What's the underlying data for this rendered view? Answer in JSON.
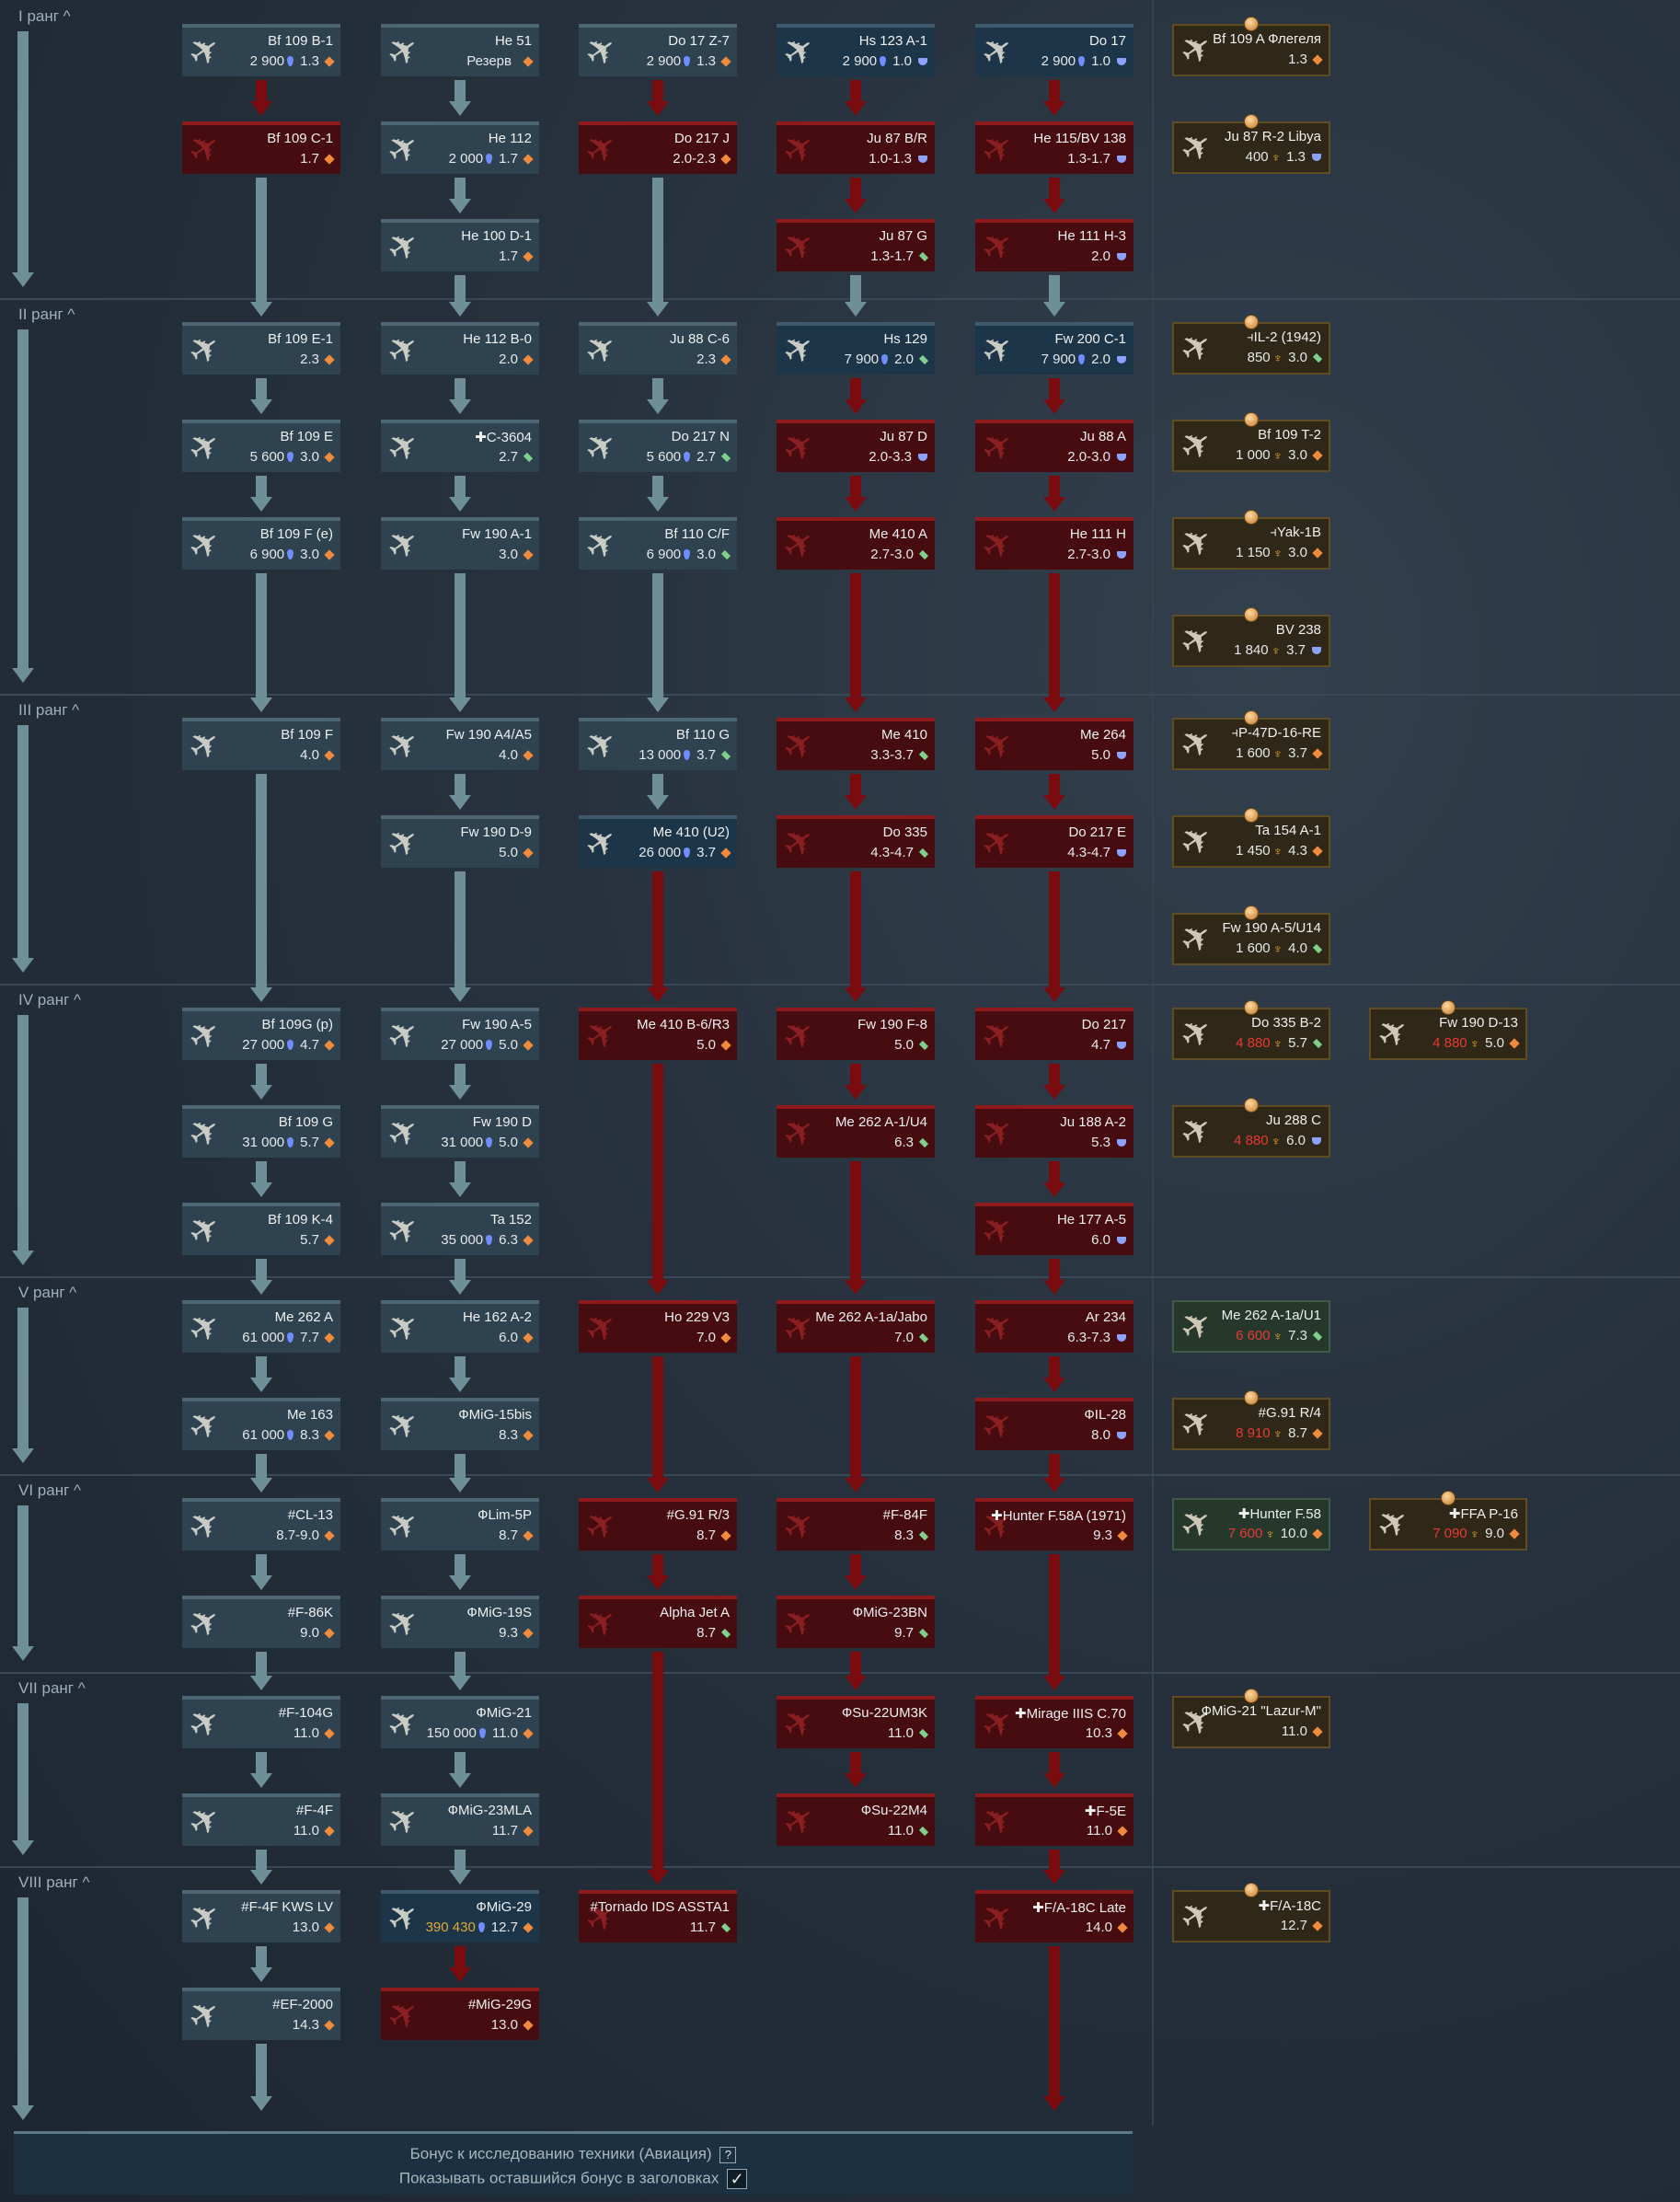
{
  "ranks": [
    {
      "label": "I ранг ^",
      "columns": [
        [
          {
            "name": "Bf 109 B-1",
            "cost": "2 900",
            "cur": "rp",
            "br": "1.3",
            "role": "fighter",
            "state": "owned"
          },
          {
            "name": "Bf 109 C-1",
            "br": "1.7",
            "role": "fighter",
            "state": "locked"
          }
        ],
        [
          {
            "name": "He 51",
            "cost": "Резерв",
            "br": "",
            "role": "fighter",
            "state": "owned"
          },
          {
            "name": "He 112",
            "cost": "2 000",
            "cur": "rp",
            "br": "1.7",
            "role": "fighter",
            "state": "owned"
          },
          {
            "name": "He 100 D-1",
            "br": "1.7",
            "role": "fighter",
            "state": "owned"
          }
        ],
        [
          {
            "name": "Do 17 Z-7",
            "cost": "2 900",
            "cur": "rp",
            "br": "1.3",
            "role": "fighter",
            "state": "owned"
          },
          {
            "name": "Do 217 J",
            "br": "2.0-2.3",
            "role": "fighter",
            "state": "locked"
          }
        ],
        [
          {
            "name": "Hs 123 A-1",
            "cost": "2 900",
            "cur": "rp",
            "br": "1.0",
            "role": "bomber",
            "state": "research"
          },
          {
            "name": "Ju 87 B/R",
            "br": "1.0-1.3",
            "role": "bomber",
            "state": "locked"
          },
          {
            "name": "Ju 87 G",
            "br": "1.3-1.7",
            "role": "attacker",
            "state": "locked"
          }
        ],
        [
          {
            "name": "Do 17",
            "cost": "2 900",
            "cur": "rp",
            "br": "1.0",
            "role": "bomber",
            "state": "research"
          },
          {
            "name": "He 115/BV 138",
            "br": "1.3-1.7",
            "role": "bomber",
            "state": "locked"
          },
          {
            "name": "He 111 H-3",
            "br": "2.0",
            "role": "bomber",
            "state": "locked"
          }
        ],
        [
          {
            "name": "Bf 109 A Флегеля",
            "br": "1.3",
            "role": "fighter",
            "state": "premium"
          },
          {
            "name": "Ju 87 R-2 Libya",
            "cost": "400",
            "cur": "ge",
            "br": "1.3",
            "role": "bomber",
            "state": "premium"
          }
        ],
        []
      ]
    },
    {
      "label": "II ранг ^",
      "columns": [
        [
          {
            "name": "Bf 109 E-1",
            "br": "2.3",
            "role": "fighter",
            "state": "owned"
          },
          {
            "name": "Bf 109 E",
            "cost": "5 600",
            "cur": "rp",
            "br": "3.0",
            "role": "fighter",
            "state": "owned"
          },
          {
            "name": "Bf 109 F (e)",
            "cost": "6 900",
            "cur": "rp",
            "br": "3.0",
            "role": "fighter",
            "state": "owned"
          }
        ],
        [
          {
            "name": "He 112 B-0",
            "br": "2.0",
            "role": "fighter",
            "state": "owned"
          },
          {
            "name": "✚С-3604",
            "br": "2.7",
            "role": "attacker",
            "state": "owned"
          },
          {
            "name": "Fw 190 A-1",
            "br": "3.0",
            "role": "fighter",
            "state": "owned"
          }
        ],
        [
          {
            "name": "Ju 88 C-6",
            "br": "2.3",
            "role": "fighter",
            "state": "owned"
          },
          {
            "name": "Do 217 N",
            "cost": "5 600",
            "cur": "rp",
            "br": "2.7",
            "role": "attacker",
            "state": "owned"
          },
          {
            "name": "Bf 110 C/F",
            "cost": "6 900",
            "cur": "rp",
            "br": "3.0",
            "role": "attacker",
            "state": "owned"
          }
        ],
        [
          {
            "name": "Hs 129",
            "cost": "7 900",
            "cur": "rp",
            "br": "2.0",
            "role": "attacker",
            "state": "research"
          },
          {
            "name": "Ju 87 D",
            "br": "2.0-3.3",
            "role": "bomber",
            "state": "locked"
          },
          {
            "name": "Me 410 A",
            "br": "2.7-3.0",
            "role": "attacker",
            "state": "locked"
          }
        ],
        [
          {
            "name": "Fw 200 C-1",
            "cost": "7 900",
            "cur": "rp",
            "br": "2.0",
            "role": "bomber",
            "state": "research"
          },
          {
            "name": "Ju 88 A",
            "br": "2.0-3.0",
            "role": "bomber",
            "state": "locked"
          },
          {
            "name": "He 111 H",
            "br": "2.7-3.0",
            "role": "bomber",
            "state": "locked"
          }
        ],
        [
          {
            "name": "⫞IL-2 (1942)",
            "cost": "850",
            "cur": "ge",
            "br": "3.0",
            "role": "attacker",
            "state": "premium"
          },
          {
            "name": "Bf 109 T-2",
            "cost": "1 000",
            "cur": "ge",
            "br": "3.0",
            "role": "fighter",
            "state": "premium"
          },
          {
            "name": "⫞Yak-1B",
            "cost": "1 150",
            "cur": "ge",
            "br": "3.0",
            "role": "fighter",
            "state": "premium"
          },
          {
            "name": "BV 238",
            "cost": "1 840",
            "cur": "ge",
            "br": "3.7",
            "role": "bomber",
            "state": "premium"
          }
        ],
        []
      ]
    },
    {
      "label": "III ранг ^",
      "columns": [
        [
          {
            "name": "Bf 109 F",
            "br": "4.0",
            "role": "fighter",
            "state": "owned"
          }
        ],
        [
          {
            "name": "Fw 190 A4/A5",
            "br": "4.0",
            "role": "fighter",
            "state": "owned"
          },
          {
            "name": "Fw 190 D-9",
            "br": "5.0",
            "role": "fighter",
            "state": "owned"
          }
        ],
        [
          {
            "name": "Bf 110 G",
            "cost": "13 000",
            "cur": "rp",
            "br": "3.7",
            "role": "attacker",
            "state": "owned"
          },
          {
            "name": "Me 410 (U2)",
            "cost": "26 000",
            "cur": "rp",
            "br": "3.7",
            "role": "fighter",
            "state": "research"
          }
        ],
        [
          {
            "name": "Me 410",
            "br": "3.3-3.7",
            "role": "attacker",
            "state": "locked"
          },
          {
            "name": "Do 335",
            "br": "4.3-4.7",
            "role": "attacker",
            "state": "locked"
          }
        ],
        [
          {
            "name": "Me 264",
            "br": "5.0",
            "role": "bomber",
            "state": "locked"
          },
          {
            "name": "Do 217 E",
            "br": "4.3-4.7",
            "role": "bomber",
            "state": "locked"
          }
        ],
        [
          {
            "name": "⫞P-47D-16-RE",
            "cost": "1 600",
            "cur": "ge",
            "br": "3.7",
            "role": "fighter",
            "state": "premium"
          },
          {
            "name": "Ta 154 A-1",
            "cost": "1 450",
            "cur": "ge",
            "br": "4.3",
            "role": "fighter",
            "state": "premium"
          },
          {
            "name": "Fw 190 A-5/U14",
            "cost": "1 600",
            "cur": "ge",
            "br": "4.0",
            "role": "attacker",
            "state": "premium"
          }
        ],
        []
      ]
    },
    {
      "label": "IV ранг ^",
      "columns": [
        [
          {
            "name": "Bf 109G (p)",
            "cost": "27 000",
            "cur": "rp",
            "br": "4.7",
            "role": "fighter",
            "state": "owned"
          },
          {
            "name": "Bf 109 G",
            "cost": "31 000",
            "cur": "rp",
            "br": "5.7",
            "role": "fighter",
            "state": "owned"
          },
          {
            "name": "Bf 109 K-4",
            "br": "5.7",
            "role": "fighter",
            "state": "owned"
          }
        ],
        [
          {
            "name": "Fw 190 A-5",
            "cost": "27 000",
            "cur": "rp",
            "br": "5.0",
            "role": "fighter",
            "state": "owned"
          },
          {
            "name": "Fw 190 D",
            "cost": "31 000",
            "cur": "rp",
            "br": "5.0",
            "role": "fighter",
            "state": "owned"
          },
          {
            "name": "Ta 152",
            "cost": "35 000",
            "cur": "rp",
            "br": "6.3",
            "role": "fighter",
            "state": "owned"
          }
        ],
        [
          {
            "name": "Me 410 B-6/R3",
            "br": "5.0",
            "role": "fighter",
            "state": "locked"
          }
        ],
        [
          {
            "name": "Fw 190 F-8",
            "br": "5.0",
            "role": "attacker",
            "state": "locked"
          },
          {
            "name": "Me 262 A-1/U4",
            "br": "6.3",
            "role": "attacker",
            "state": "locked"
          }
        ],
        [
          {
            "name": "Do 217",
            "br": "4.7",
            "role": "bomber",
            "state": "locked"
          },
          {
            "name": "Ju 188 A-2",
            "br": "5.3",
            "role": "bomber",
            "state": "locked"
          },
          {
            "name": "He 177 A-5",
            "br": "6.0",
            "role": "bomber",
            "state": "locked"
          }
        ],
        [
          {
            "name": "Do 335 B-2",
            "cost": "4 880",
            "cur": "ge",
            "cost_color": "red",
            "br": "5.7",
            "role": "attacker",
            "state": "premium"
          },
          {
            "name": "Ju 288 C",
            "cost": "4 880",
            "cur": "ge",
            "cost_color": "red",
            "br": "6.0",
            "role": "bomber",
            "state": "premium"
          }
        ],
        [
          {
            "name": "Fw 190 D-13",
            "cost": "4 880",
            "cur": "ge",
            "cost_color": "red",
            "br": "5.0",
            "role": "fighter",
            "state": "premium"
          }
        ]
      ]
    },
    {
      "label": "V ранг ^",
      "columns": [
        [
          {
            "name": "Me 262 A",
            "cost": "61 000",
            "cur": "rp",
            "br": "7.7",
            "role": "fighter",
            "state": "owned"
          },
          {
            "name": "Me 163",
            "cost": "61 000",
            "cur": "rp",
            "br": "8.3",
            "role": "fighter",
            "state": "owned"
          }
        ],
        [
          {
            "name": "He 162 A-2",
            "br": "6.0",
            "role": "fighter",
            "state": "owned"
          },
          {
            "name": "ФMiG-15bis",
            "br": "8.3",
            "role": "fighter",
            "state": "owned"
          }
        ],
        [
          {
            "name": "Ho 229 V3",
            "br": "7.0",
            "role": "fighter",
            "state": "locked"
          }
        ],
        [
          {
            "name": "Me 262 A-1a/Jabo",
            "br": "7.0",
            "role": "attacker",
            "state": "locked"
          }
        ],
        [
          {
            "name": "Ar 234",
            "br": "6.3-7.3",
            "role": "bomber",
            "state": "locked"
          },
          {
            "name": "ФIL-28",
            "br": "8.0",
            "role": "bomber",
            "state": "locked"
          }
        ],
        [
          {
            "name": "Me 262 A-1a/U1",
            "cost": "6 600",
            "cur": "ge",
            "cost_color": "red",
            "br": "7.3",
            "role": "attacker",
            "state": "squadron"
          },
          {
            "name": "#G.91 R/4",
            "cost": "8 910",
            "cur": "ge",
            "cost_color": "red",
            "br": "8.7",
            "role": "fighter",
            "state": "premium"
          }
        ],
        []
      ]
    },
    {
      "label": "VI ранг ^",
      "columns": [
        [
          {
            "name": "#CL-13",
            "br": "8.7-9.0",
            "role": "fighter",
            "state": "owned"
          },
          {
            "name": "#F-86K",
            "br": "9.0",
            "role": "fighter",
            "state": "owned"
          }
        ],
        [
          {
            "name": "ФLim-5P",
            "br": "8.7",
            "role": "fighter",
            "state": "owned"
          },
          {
            "name": "ФMiG-19S",
            "br": "9.3",
            "role": "fighter",
            "state": "owned"
          }
        ],
        [
          {
            "name": "#G.91 R/3",
            "br": "8.7",
            "role": "fighter",
            "state": "locked"
          },
          {
            "name": "Alpha Jet A",
            "br": "8.7",
            "role": "attacker",
            "state": "locked"
          }
        ],
        [
          {
            "name": "#F-84F",
            "br": "8.3",
            "role": "attacker",
            "state": "locked"
          },
          {
            "name": "ФMiG-23BN",
            "br": "9.7",
            "role": "attacker",
            "state": "locked"
          }
        ],
        [
          {
            "name": "✚Hunter F.58A (1971)",
            "br": "9.3",
            "role": "fighter",
            "state": "locked"
          }
        ],
        [
          {
            "name": "✚Hunter F.58",
            "cost": "7 600",
            "cur": "ge",
            "cost_color": "red",
            "br": "10.0",
            "role": "fighter",
            "state": "squadron"
          }
        ],
        [
          {
            "name": "✚FFA P-16",
            "cost": "7 090",
            "cur": "ge",
            "cost_color": "red",
            "br": "9.0",
            "role": "fighter",
            "state": "premium"
          }
        ]
      ]
    },
    {
      "label": "VII ранг ^",
      "columns": [
        [
          {
            "name": "#F-104G",
            "br": "11.0",
            "role": "fighter",
            "state": "owned"
          },
          {
            "name": "#F-4F",
            "br": "11.0",
            "role": "fighter",
            "state": "owned"
          }
        ],
        [
          {
            "name": "ФMiG-21",
            "cost": "150 000",
            "cur": "rp",
            "br": "11.0",
            "role": "fighter",
            "state": "owned"
          },
          {
            "name": "ФMiG-23MLA",
            "br": "11.7",
            "role": "fighter",
            "state": "owned"
          }
        ],
        [],
        [
          {
            "name": "ФSu-22UM3K",
            "br": "11.0",
            "role": "attacker",
            "state": "locked"
          },
          {
            "name": "ФSu-22M4",
            "br": "11.0",
            "role": "attacker",
            "state": "locked"
          }
        ],
        [
          {
            "name": "✚Mirage IIIS C.70",
            "br": "10.3",
            "role": "fighter",
            "state": "locked"
          },
          {
            "name": "✚F-5E",
            "br": "11.0",
            "role": "fighter",
            "state": "locked"
          }
        ],
        [
          {
            "name": "ФMiG-21 \"Lazur-M\"",
            "br": "11.0",
            "role": "fighter",
            "state": "premium"
          }
        ],
        []
      ]
    },
    {
      "label": "VIII ранг ^",
      "columns": [
        [
          {
            "name": "#F-4F KWS LV",
            "br": "13.0",
            "role": "fighter",
            "state": "owned"
          },
          {
            "name": "#EF-2000",
            "br": "14.3",
            "role": "fighter",
            "state": "owned"
          }
        ],
        [
          {
            "name": "ФMiG-29",
            "cost": "390 430",
            "cur": "rp",
            "cost_color": "gold",
            "br": "12.7",
            "role": "fighter",
            "state": "research"
          },
          {
            "name": "#MiG-29G",
            "br": "13.0",
            "role": "fighter",
            "state": "locked"
          }
        ],
        [
          {
            "name": "#Tornado IDS ASSTA1",
            "br": "11.7",
            "role": "attacker",
            "state": "locked"
          }
        ],
        [],
        [
          {
            "name": "✚F/A-18C Late",
            "br": "14.0",
            "role": "fighter",
            "state": "locked"
          }
        ],
        [
          {
            "name": "✚F/A-18C",
            "br": "12.7",
            "role": "fighter",
            "state": "premium"
          }
        ],
        []
      ]
    }
  ],
  "bonus_panel": {
    "title": "Бонус к исследованию техники (Авиация)",
    "help": "?",
    "checkbox_label": "Показывать оставшийся бонус в заголовках",
    "checkbox_checked": true,
    "checkmark": "✓"
  },
  "colors": {
    "fighter": "#f08a3c",
    "attacker": "#7fd08a",
    "bomber": "#8da2ff",
    "locked": "#7a0b0e",
    "researched_line": "#6f8f98"
  }
}
